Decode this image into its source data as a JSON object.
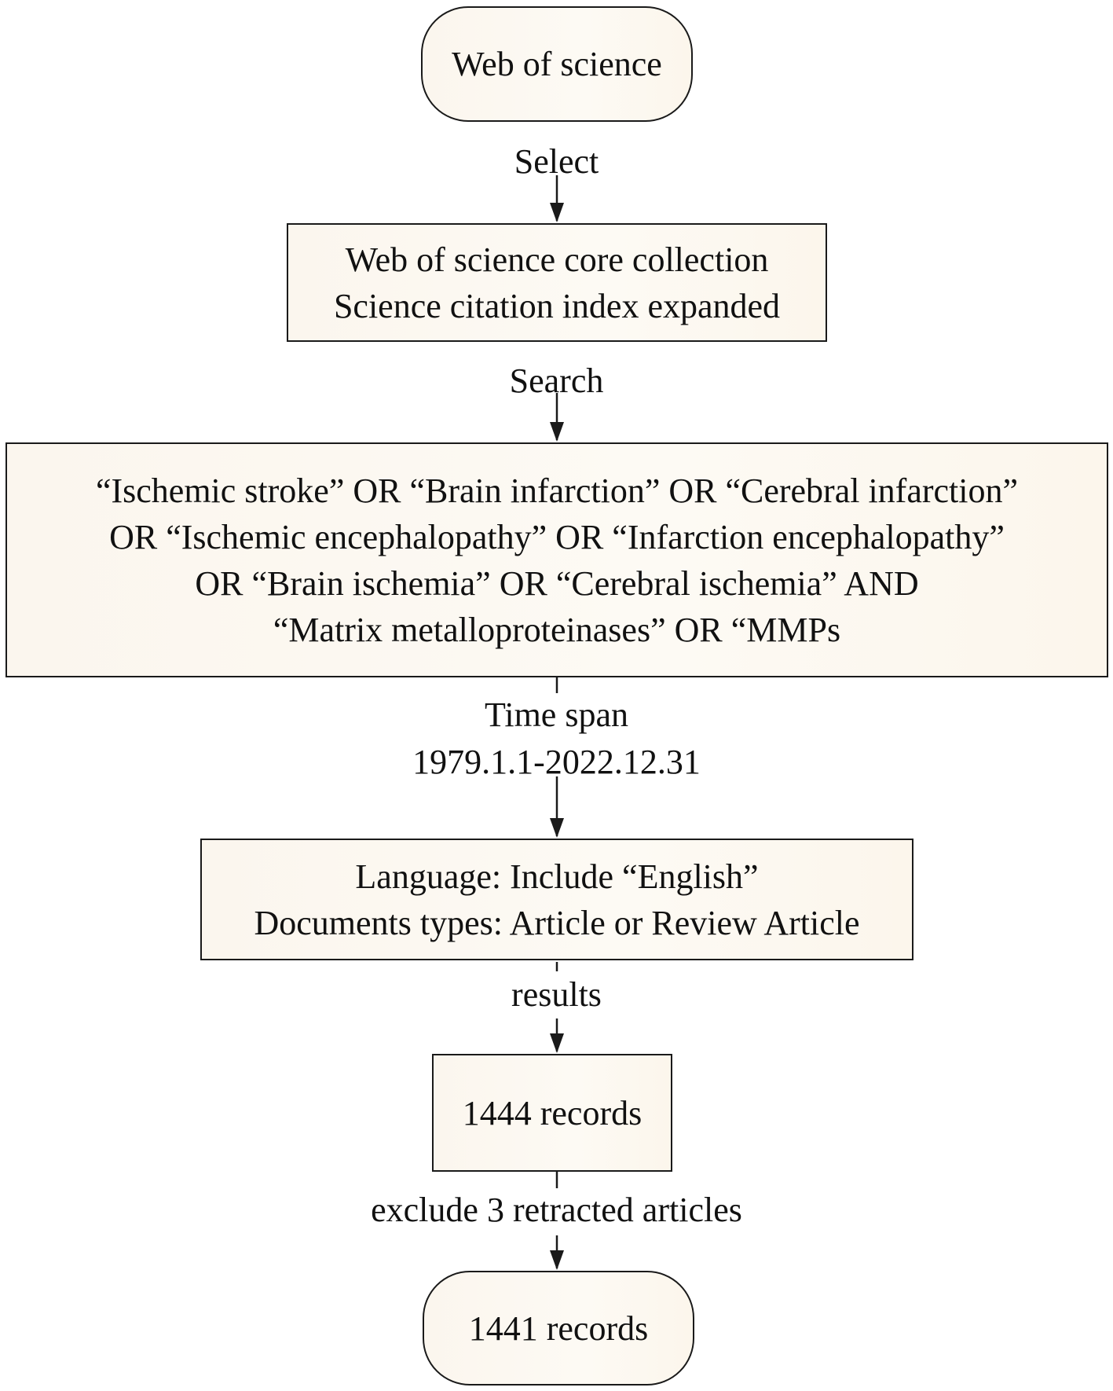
{
  "nodes": {
    "start": {
      "text": "Web of science"
    },
    "database": {
      "lines": [
        "Web of science core collection",
        "Science citation index expanded"
      ]
    },
    "query": {
      "lines": [
        "“Ischemic stroke” OR “Brain infarction” OR “Cerebral infarction”",
        "OR “Ischemic encephalopathy” OR “Infarction encephalopathy”",
        "OR “Brain ischemia” OR “Cerebral ischemia” AND",
        "“Matrix metalloproteinases” OR “MMPs"
      ]
    },
    "filters": {
      "lines": [
        "Language: Include “English”",
        "Documents types: Article or Review Article"
      ]
    },
    "records_total": {
      "text": "1444 records"
    },
    "records_final": {
      "text": "1441 records"
    }
  },
  "edges": {
    "select": "Select",
    "search": "Search",
    "timespan": [
      "Time span",
      "1979.1.1-2022.12.31"
    ],
    "results": "results",
    "exclude": "exclude 3 retracted articles"
  },
  "colors": {
    "node_fill": "#fcf7ef",
    "stroke": "#1a1a1a"
  }
}
